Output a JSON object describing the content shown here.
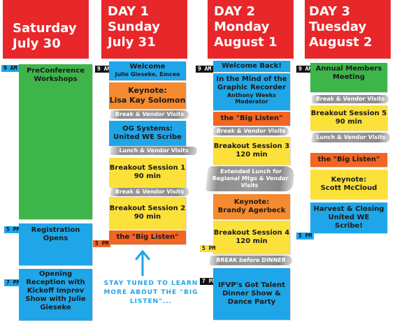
{
  "columns": [
    {
      "line1": "",
      "line2": "Saturday",
      "line3": "July 30"
    },
    {
      "line1": "DAY 1",
      "line2": "Sunday",
      "line3": "July 31"
    },
    {
      "line1": "DAY 2",
      "line2": "Monday",
      "line3": "August 1"
    },
    {
      "line1": "DAY 3",
      "line2": "Tuesday",
      "line3": "August 2"
    }
  ],
  "times": {
    "am9": "9 AM",
    "pm5": "5 PM",
    "pm7": "7 PM"
  },
  "sat": {
    "preconf": "PreConference Workshops",
    "registration": "Registration Opens",
    "reception1": "Opening Reception with",
    "reception2": "Kickoff Improv Show with Julie Gieseke"
  },
  "sun": {
    "welcome": "Welcome",
    "welcome_sub": "Julie Gieseke, Emcee",
    "keynote1": "Keynote:",
    "keynote2": "Lisa Kay Solomon",
    "break1": "Break & Vendor Visits",
    "og1": "OG Systems:",
    "og2": "United WE Scribe",
    "lunch": "Lunch & Vendor Visits",
    "bs1a": "Breakout Session 1",
    "bs1b": "90 min",
    "break2": "Break & Vendor Visits",
    "bs2a": "Breakout Session 2",
    "bs2b": "90 min",
    "listen": "the \"Big Listen\"",
    "note": "STAY TUNED TO LEARN MORE ABOUT THE \"BIG LISTEN\"..."
  },
  "mon": {
    "welcome": "Welcome Back!",
    "mind1": "In the Mind of the Graphic Recorder",
    "mind2": "Anthony Weeks",
    "mind3": "Moderator",
    "listen": "the \"Big Listen\"",
    "break1": "Break & Vendor Visits",
    "bs3a": "Breakout Session 3",
    "bs3b": "120 min",
    "lunch": "Extended Lunch for Regional Mtgs & Vendor Visits",
    "keynote1": "Keynote:",
    "keynote2": "Brandy Agerbeck",
    "bs4a": "Breakout Session 4",
    "bs4b": "120 min",
    "break2": "BREAK before DINNER",
    "dinner": "IFVP's Got Talent Dinner Show & Dance Party"
  },
  "tue": {
    "annual": "Annual Members Meeting",
    "break1": "Break & Vendor Visits",
    "bs5a": "Breakout Session 5",
    "bs5b": "90 min",
    "lunch": "Lunch & Vendor Visits",
    "listen": "the \"Big Listen\"",
    "keynote1": "Keynote:",
    "keynote2": "Scott McCloud",
    "harvest": "Harvest & Closing United WE Scribe!"
  },
  "colors": {
    "header": "#e8272b",
    "green": "#3db54a",
    "blue": "#1ea6e8",
    "yellow": "#fce13a",
    "orange": "#f58a2e",
    "brush": "#8d8d8d"
  }
}
